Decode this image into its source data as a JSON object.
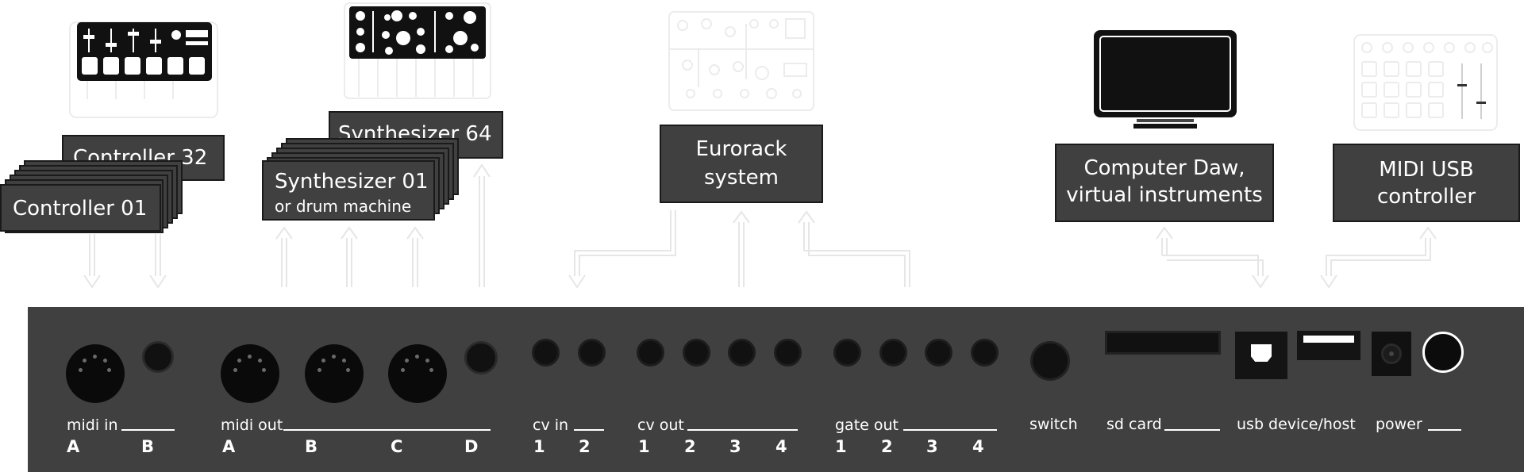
{
  "devices": {
    "controller_back": "Controller 32",
    "controller_front": "Controller 01",
    "synth_back": "Synthesizer 64",
    "synth_front_line1": "Synthesizer 01",
    "synth_front_line2": "or drum machine",
    "eurorack_line1": "Eurorack",
    "eurorack_line2": "system",
    "computer_line1": "Computer Daw,",
    "computer_line2": "virtual instruments",
    "midi_usb_line1": "MIDI USB",
    "midi_usb_line2": "controller"
  },
  "panel": {
    "midi_in": {
      "label": "midi in",
      "ports": [
        "A",
        "B"
      ]
    },
    "midi_out": {
      "label": "midi out",
      "ports": [
        "A",
        "B",
        "C",
        "D"
      ]
    },
    "cv_in": {
      "label": "cv in",
      "ports": [
        "1",
        "2"
      ]
    },
    "cv_out": {
      "label": "cv out",
      "ports": [
        "1",
        "2",
        "3",
        "4"
      ]
    },
    "gate_out": {
      "label": "gate out",
      "ports": [
        "1",
        "2",
        "3",
        "4"
      ]
    },
    "switch": {
      "label": "switch"
    },
    "sd_card": {
      "label": "sd card"
    },
    "usb": {
      "label": "usb device/host"
    },
    "power": {
      "label": "power"
    }
  },
  "colors": {
    "panel": "#404040",
    "box": "#404040",
    "arrow": "#e6e6e6",
    "device_outline": "#ededed"
  }
}
